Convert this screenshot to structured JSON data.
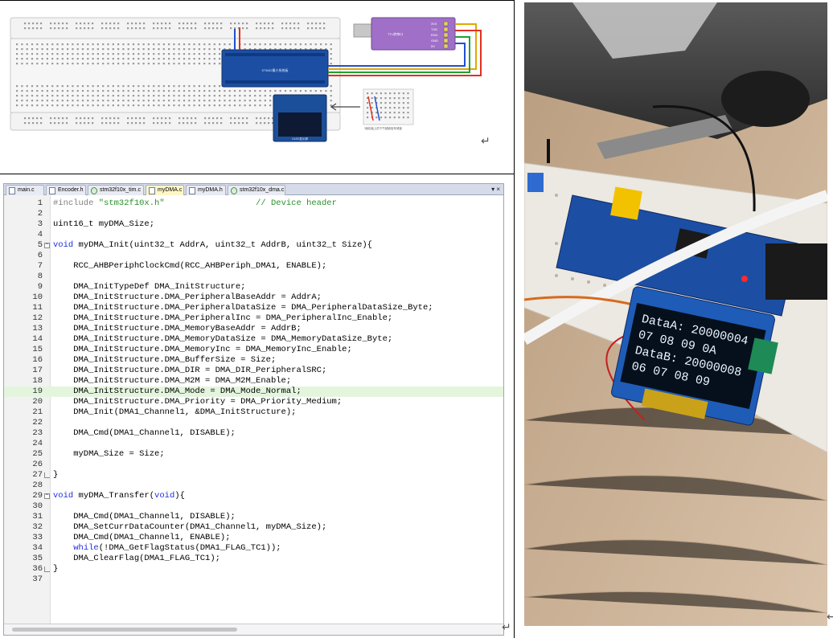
{
  "diagram": {
    "mcu_label": "STM32最小系统板",
    "oled_label": "OLED显示屏",
    "usb_module_label": "TTL转串口",
    "note_label": "*面包板上的下午缺缺信号请接",
    "usb_pins": [
      "3V3",
      "TXD",
      "RXD",
      "GND",
      "5V"
    ]
  },
  "editor": {
    "tabs": [
      {
        "label": "main.c",
        "icon": "file-icon",
        "active": false
      },
      {
        "label": "Encoder.h",
        "icon": "file-icon",
        "active": false
      },
      {
        "label": "stm32f10x_tim.c",
        "icon": "gear-file-icon",
        "active": false
      },
      {
        "label": "myDMA.c",
        "icon": "file-icon",
        "active": true
      },
      {
        "label": "myDMA.h",
        "icon": "file-icon",
        "active": false
      },
      {
        "label": "stm32f10x_dma.c",
        "icon": "gear-file-icon",
        "active": false
      }
    ],
    "tab_controls": "▾ ×",
    "highlighted_line": 19,
    "lines": [
      {
        "n": "1",
        "text": "#include \"stm32f10x.h\"                  // Device header"
      },
      {
        "n": "2",
        "text": ""
      },
      {
        "n": "3",
        "text": "uint16_t myDMA_Size;"
      },
      {
        "n": "4",
        "text": ""
      },
      {
        "n": "5",
        "text": "void myDMA_Init(uint32_t AddrA, uint32_t AddrB, uint32_t Size){"
      },
      {
        "n": "6",
        "text": ""
      },
      {
        "n": "7",
        "text": "    RCC_AHBPeriphClockCmd(RCC_AHBPeriph_DMA1, ENABLE);"
      },
      {
        "n": "8",
        "text": ""
      },
      {
        "n": "9",
        "text": "    DMA_InitTypeDef DMA_InitStructure;"
      },
      {
        "n": "10",
        "text": "    DMA_InitStructure.DMA_PeripheralBaseAddr = AddrA;"
      },
      {
        "n": "11",
        "text": "    DMA_InitStructure.DMA_PeripheralDataSize = DMA_PeripheralDataSize_Byte;"
      },
      {
        "n": "12",
        "text": "    DMA_InitStructure.DMA_PeripheralInc = DMA_PeripheralInc_Enable;"
      },
      {
        "n": "13",
        "text": "    DMA_InitStructure.DMA_MemoryBaseAddr = AddrB;"
      },
      {
        "n": "14",
        "text": "    DMA_InitStructure.DMA_MemoryDataSize = DMA_MemoryDataSize_Byte;"
      },
      {
        "n": "15",
        "text": "    DMA_InitStructure.DMA_MemoryInc = DMA_MemoryInc_Enable;"
      },
      {
        "n": "16",
        "text": "    DMA_InitStructure.DMA_BufferSize = Size;"
      },
      {
        "n": "17",
        "text": "    DMA_InitStructure.DMA_DIR = DMA_DIR_PeripheralSRC;"
      },
      {
        "n": "18",
        "text": "    DMA_InitStructure.DMA_M2M = DMA_M2M_Enable;"
      },
      {
        "n": "19",
        "text": "    DMA_InitStructure.DMA_Mode = DMA_Mode_Normal;"
      },
      {
        "n": "20",
        "text": "    DMA_InitStructure.DMA_Priority = DMA_Priority_Medium;"
      },
      {
        "n": "21",
        "text": "    DMA_Init(DMA1_Channel1, &DMA_InitStructure);"
      },
      {
        "n": "22",
        "text": ""
      },
      {
        "n": "23",
        "text": "    DMA_Cmd(DMA1_Channel1, DISABLE);"
      },
      {
        "n": "24",
        "text": ""
      },
      {
        "n": "25",
        "text": "    myDMA_Size = Size;"
      },
      {
        "n": "26",
        "text": ""
      },
      {
        "n": "27",
        "text": "}"
      },
      {
        "n": "28",
        "text": ""
      },
      {
        "n": "29",
        "text": "void myDMA_Transfer(void){"
      },
      {
        "n": "30",
        "text": ""
      },
      {
        "n": "31",
        "text": "    DMA_Cmd(DMA1_Channel1, DISABLE);"
      },
      {
        "n": "32",
        "text": "    DMA_SetCurrDataCounter(DMA1_Channel1, myDMA_Size);"
      },
      {
        "n": "33",
        "text": "    DMA_Cmd(DMA1_Channel1, ENABLE);"
      },
      {
        "n": "34",
        "text": "    while(!DMA_GetFlagStatus(DMA1_FLAG_TC1));"
      },
      {
        "n": "35",
        "text": "    DMA_ClearFlag(DMA1_FLAG_TC1);"
      },
      {
        "n": "36",
        "text": "}"
      },
      {
        "n": "37",
        "text": ""
      }
    ]
  },
  "photo": {
    "oled_lines": [
      "DataA: 20000004",
      "07 08 09 0A",
      "DataB: 20000008",
      "06 07 08 09"
    ]
  },
  "colors": {
    "keyword": "#1f2fe0",
    "comment": "#2a8f2a",
    "highlight": "#e4f5de",
    "oled_text": "#e8f4ff",
    "board_blue": "#1c4fa3"
  }
}
